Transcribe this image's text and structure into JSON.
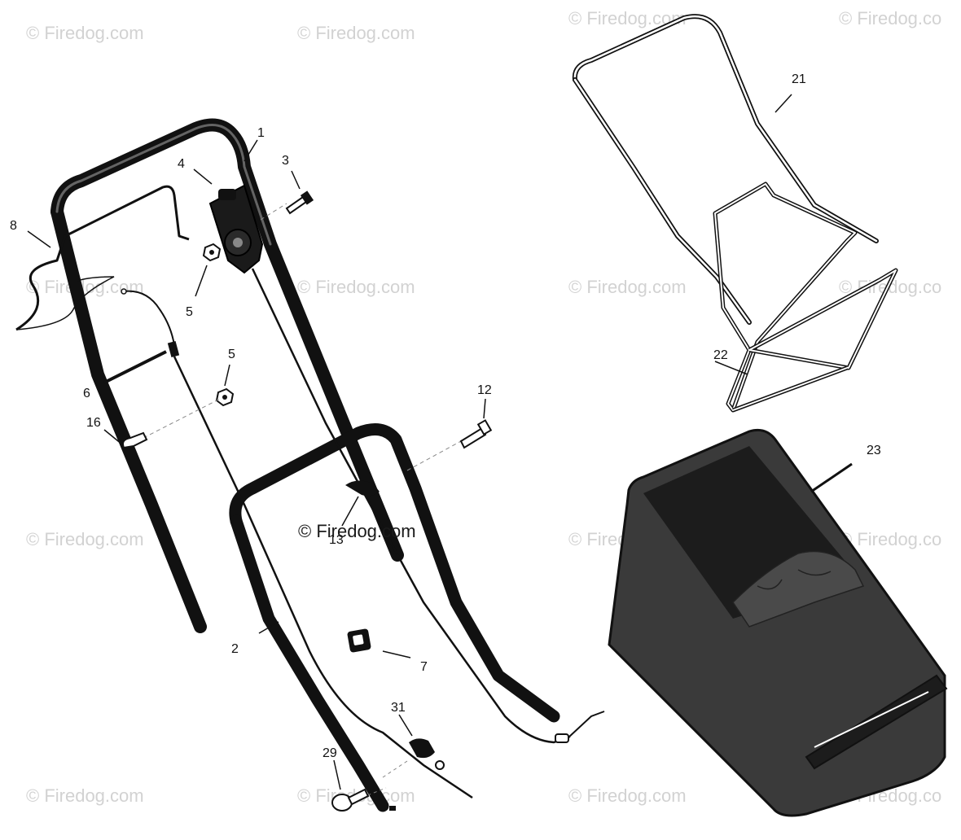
{
  "watermark": {
    "text": "© Firedog.com",
    "clipped_text": "© Firedog.co"
  },
  "callouts": {
    "c1": "1",
    "c2": "2",
    "c3": "3",
    "c4": "4",
    "c5a": "5",
    "c5b": "5",
    "c6": "6",
    "c7": "7",
    "c8": "8",
    "c12": "12",
    "c13": "13",
    "c16": "16",
    "c21": "21",
    "c22": "22",
    "c23": "23",
    "c29": "29",
    "c31": "31"
  },
  "colors": {
    "ink": "#111111",
    "bag": "#3a3a3a",
    "bag_dark": "#1c1c1c",
    "watermark": "#d2d2d2"
  }
}
